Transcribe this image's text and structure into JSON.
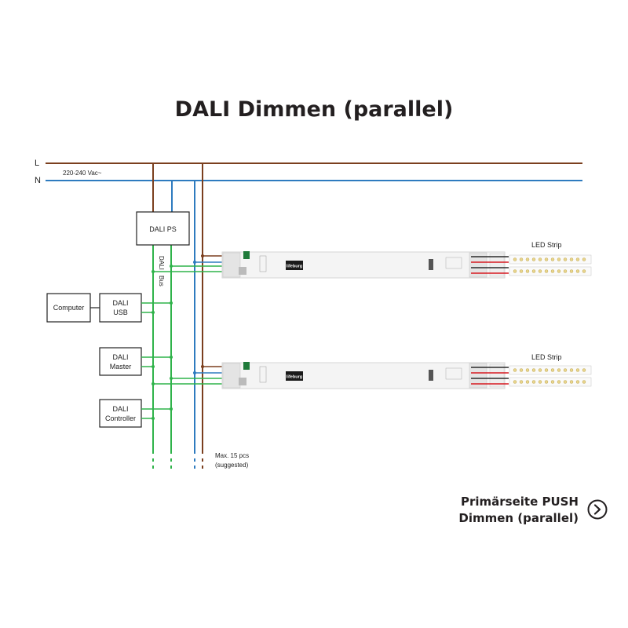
{
  "title": "DALI Dimmen (parallel)",
  "mains": {
    "l_label": "L",
    "n_label": "N",
    "voltage_label": "220-240 Vac~"
  },
  "boxes": {
    "dali_ps": "DALI PS",
    "computer": "Computer",
    "dali_usb_line1": "DALI",
    "dali_usb_line2": "USB",
    "dali_master_line1": "DALI",
    "dali_master_line2": "Master",
    "dali_controller_line1": "DALI",
    "dali_controller_line2": "Controller"
  },
  "bus_label_1": "DALI",
  "bus_label_2": "Bus",
  "driver_brand": "lifeburg",
  "led_strip_label_1": "LED Strip",
  "led_strip_label_2": "LED Strip",
  "max_note_line1": "Max. 15 pcs",
  "max_note_line2": "(suggested)",
  "push_link": {
    "line1": "Primärseite PUSH",
    "line2": "Dimmen (parallel)",
    "icon": "chevron-right-circle-icon"
  },
  "colors": {
    "live": "#7b3f1e",
    "neutral": "#2e7bbf",
    "dali_bus": "#2fb34a",
    "led_plus": "#d71920",
    "led_minus": "#2b2b2b"
  }
}
